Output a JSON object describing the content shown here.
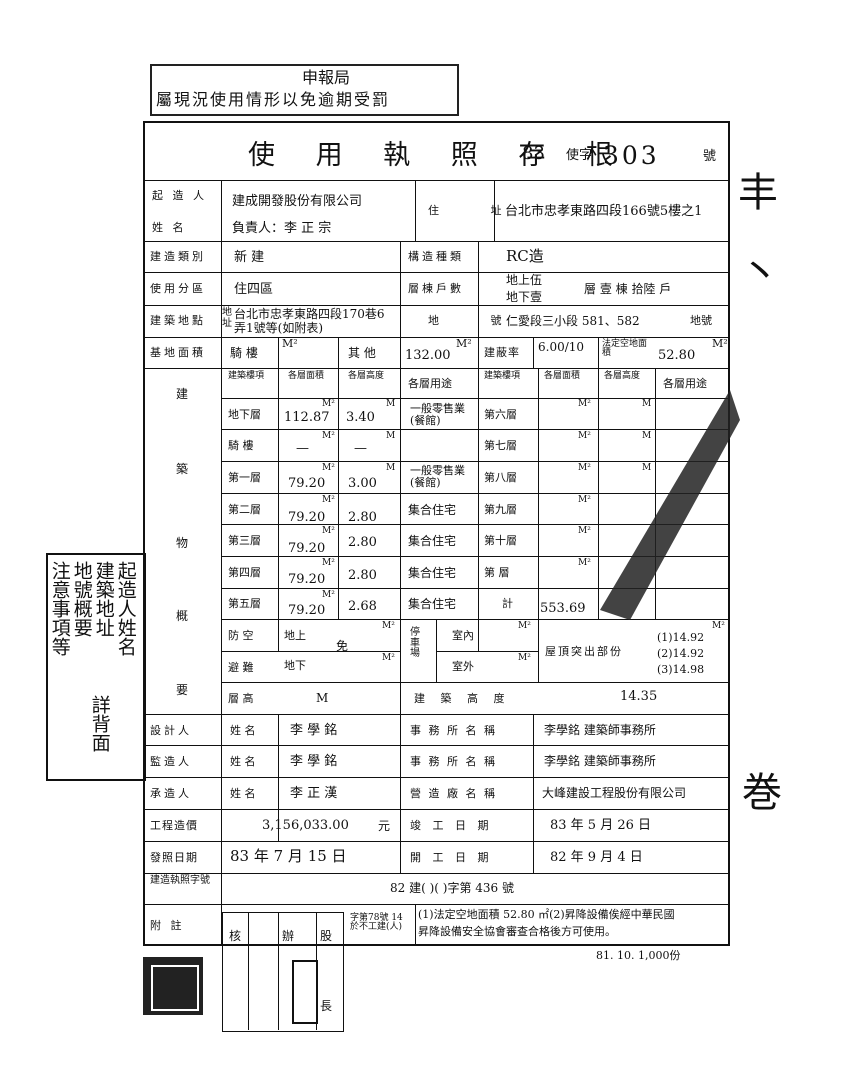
{
  "stamp_top": {
    "line1": "申報局",
    "line2": "屬現況使用情形以免逾期受罰"
  },
  "title": "使 用 執 照 存 根",
  "license_no": {
    "year": "83",
    "word": "使字",
    "number": "303",
    "suffix": "號"
  },
  "row_applicant": {
    "label_a": "起 造 人",
    "label_b": "姓 名",
    "company": "建成開發股份有限公司",
    "owner": "負責人：李 正 宗",
    "address_label": "住 址",
    "address": "台北市忠孝東路四段166號5樓之1"
  },
  "row_type": {
    "label": "建造類別",
    "value": "新 建",
    "struct_label": "構造種類",
    "struct_value": "RC造"
  },
  "row_zone": {
    "label": "使用分區",
    "value": "住四區",
    "floors_label": "層棟戶數",
    "above": "地上伍",
    "below": "地下壹",
    "units": "層 壹 棟 拾陸 戶"
  },
  "row_site": {
    "label": "建築地點",
    "prefix": "地址",
    "value": "台北市忠孝東路四段170巷6弄1號等(如附表)",
    "lot_label": "地 號",
    "lot_value": "仁愛段三小段 581、582",
    "lot_suffix": "地號"
  },
  "row_area": {
    "label": "基地面積",
    "arcade": "騎 樓",
    "arcade_unit": "M²",
    "other": "其 他",
    "other_value": "132.00",
    "unit": "M²",
    "coverage_label": "建蔽率",
    "coverage_value": "6.00/10",
    "open_label": "法定空地面積",
    "open_value": "52.80",
    "open_unit": "M²"
  },
  "building": {
    "side_label": [
      "建",
      "築",
      "物",
      "概",
      "要"
    ],
    "headers": [
      "建築樓項",
      "各層面積",
      "各層高度",
      "各層用途",
      "建築樓項",
      "各層面積",
      "各層高度",
      "各層用途"
    ],
    "rows": [
      {
        "floor": "地下層",
        "area": "112.87",
        "height": "3.40",
        "use": "一般零售業(餐館)",
        "floor2": "第六層"
      },
      {
        "floor": "騎 樓",
        "area": "—",
        "height": "—",
        "use": "",
        "floor2": "第七層"
      },
      {
        "floor": "第一層",
        "area": "79.20",
        "height": "3.00",
        "use": "一般零售業(餐館)",
        "floor2": "第八層"
      },
      {
        "floor": "第二層",
        "area": "79.20",
        "height": "2.80",
        "use": "集合住宅",
        "floor2": "第九層"
      },
      {
        "floor": "第三層",
        "area": "79.20",
        "height": "2.80",
        "use": "集合住宅",
        "floor2": "第十層"
      },
      {
        "floor": "第四層",
        "area": "79.20",
        "height": "2.80",
        "use": "集合住宅",
        "floor2": "第 層"
      },
      {
        "floor": "第五層",
        "area": "79.20",
        "height": "2.68",
        "use": "集合住宅",
        "floor2": "計"
      }
    ],
    "unit_m2": "M²",
    "unit_m": "M",
    "total_area": "553.69",
    "shelter_label_a": "防 空",
    "shelter_label_b": "避 難",
    "shelter_above": "地上",
    "shelter_exempt": "免",
    "shelter_below": "地下",
    "parking_label": "停車場",
    "parking_in": "室內",
    "parking_out": "室外",
    "roof_label": "屋頂突出部份",
    "roof_values": [
      "(1)14.92",
      "(2)14.92",
      "(3)14.98"
    ],
    "floor_height_label": "層 高",
    "building_height_label": "建 築 高 度",
    "building_height": "14.35"
  },
  "designer": {
    "label": "設計人",
    "name_label": "姓 名",
    "name": "李 學 銘",
    "office_label": "事 務 所 名 稱",
    "office": "李學銘 建築師事務所"
  },
  "supervisor": {
    "label": "監造人",
    "name_label": "姓 名",
    "name": "李 學 銘",
    "office_label": "事 務 所 名 稱",
    "office": "李學銘 建築師事務所"
  },
  "contractor": {
    "label": "承造人",
    "name_label": "姓 名",
    "name": "李 正 漢",
    "firm_label": "營 造 廠 名 稱",
    "firm": "大峰建設工程股份有限公司"
  },
  "cost": {
    "label": "工程造價",
    "value": "3,156,033.00",
    "unit": "元",
    "completion_label": "竣 工 日 期",
    "completion": "83 年 5 月 26 日"
  },
  "issue": {
    "label": "發照日期",
    "value": "83 年 7 月 15 日",
    "start_label": "開 工 日 期",
    "start": "82 年 9 月 4 日"
  },
  "permit": {
    "label": "建造執照字號",
    "value": "82 建(    )(    )字第 436 號"
  },
  "note": {
    "label": "附 註",
    "text1": "(1)法定空地面積 52.80 ㎡(2)昇降設備俟經中華民國",
    "text2": "昇降設備安全協會審查合格後方可使用。"
  },
  "approval_cols": [
    "核",
    "辦",
    "股",
    "長"
  ],
  "approval_note": "字第78號 14 於不工建(人)",
  "print_info": "81. 10. 1,000份",
  "side_note": {
    "cols": [
      "起造人姓名",
      "建築地址",
      "地號概要",
      "注意事項等"
    ],
    "extra": "詳背面"
  }
}
